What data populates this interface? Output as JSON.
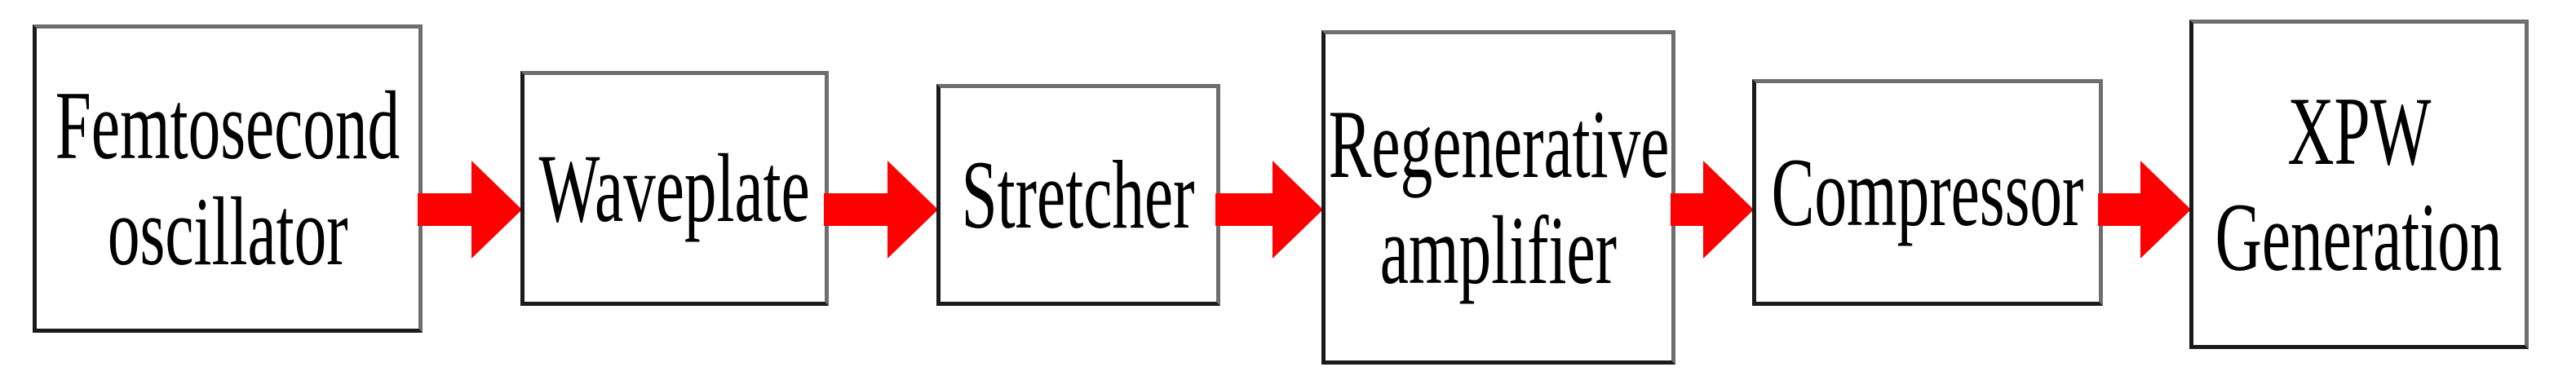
{
  "diagram": {
    "blocks": [
      {
        "lines": [
          "Femtosecond",
          "oscillator"
        ]
      },
      {
        "lines": [
          "Waveplate"
        ]
      },
      {
        "lines": [
          "Stretcher"
        ]
      },
      {
        "lines": [
          "Regenerative",
          "amplifier"
        ]
      },
      {
        "lines": [
          "Compressor"
        ]
      },
      {
        "lines": [
          "XPW",
          "Generation"
        ]
      }
    ],
    "arrow_color": "#ff0000",
    "box_border_color": "#1a1a1a",
    "connections": [
      {
        "from": 0,
        "to": 1
      },
      {
        "from": 1,
        "to": 2
      },
      {
        "from": 2,
        "to": 3
      },
      {
        "from": 3,
        "to": 4
      },
      {
        "from": 4,
        "to": 5
      }
    ]
  }
}
